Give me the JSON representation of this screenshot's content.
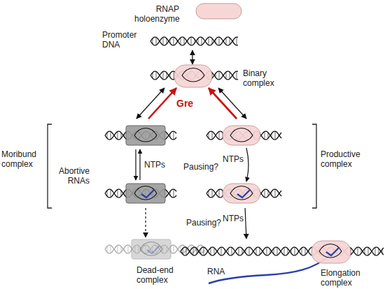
{
  "diagram": {
    "nodes": [
      {
        "text": [
          "RNAP holoenzyme"
        ]
      },
      {
        "text": [
          "Promoter DNA"
        ]
      },
      {
        "text": [
          "Binary complex"
        ]
      },
      {
        "text": [
          "Moribund complex"
        ]
      },
      {
        "text": [
          "Productive complex"
        ]
      },
      {
        "text": [
          "Dead-end complex"
        ]
      },
      {
        "text": [
          "Elongation complex"
        ]
      }
    ],
    "edges": [
      {
        "from": 1,
        "to": 2,
        "arrow": "both"
      },
      {
        "from": 2,
        "to": 3,
        "arrow": "both"
      },
      {
        "from": 3,
        "to": 2,
        "arrow": "to",
        "label": "Gre"
      },
      {
        "from": 2,
        "to": 4,
        "arrow": "both"
      },
      {
        "from": 4,
        "to": 2,
        "arrow": "to"
      },
      {
        "from": 3,
        "to": 5,
        "arrow": "to"
      },
      {
        "from": 4,
        "to": 6,
        "arrow": "to"
      }
    ],
    "labels": [
      "Abortive RNAs",
      "NTPs",
      "Pausing?",
      "NTPs",
      "Pausing?",
      "NTPs",
      "RNA"
    ]
  }
}
